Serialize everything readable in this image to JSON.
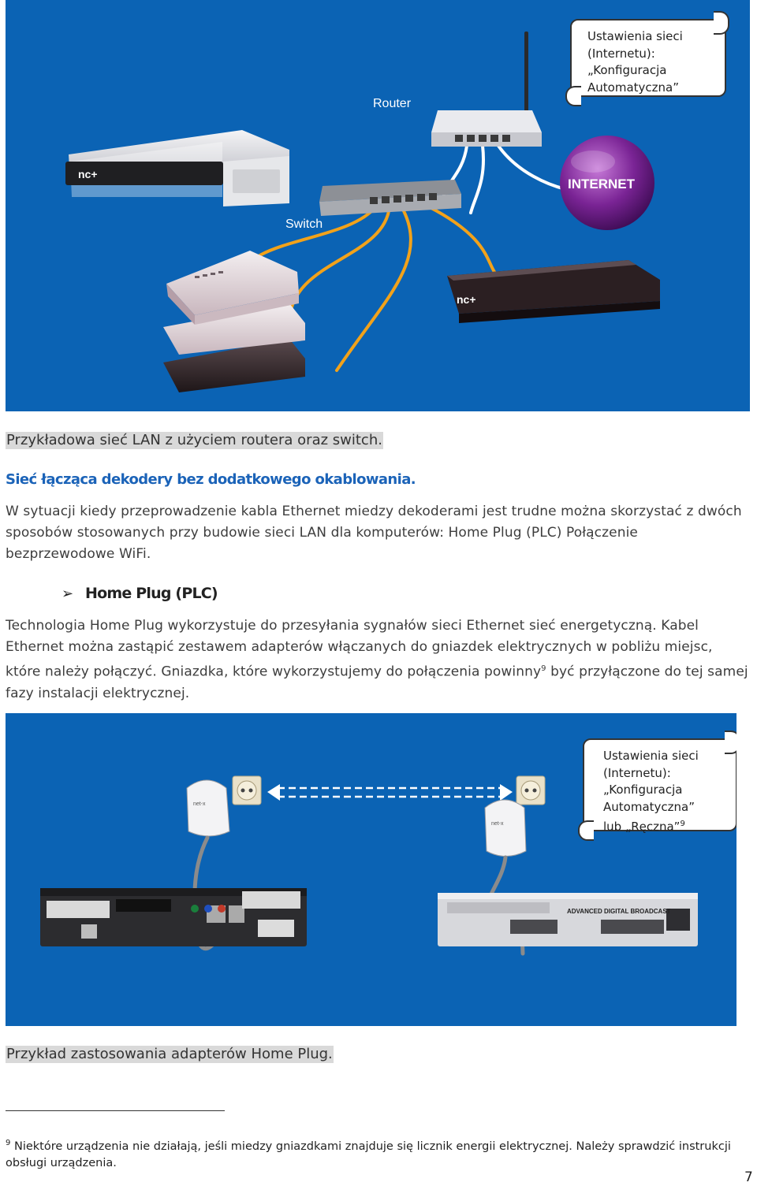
{
  "figure1": {
    "router_label": "Router",
    "switch_label": "Switch",
    "internet_label": "INTERNET",
    "brand_logo": "nc+",
    "callout_lines": [
      "Ustawienia sieci",
      "(Internetu):",
      "„Konfiguracja",
      "Automatyczna”"
    ]
  },
  "caption1": "Przykładowa sieć LAN z użyciem routera oraz switch.",
  "section_heading": "Sieć łącząca dekodery bez dodatkowego okablowania.",
  "intro_paragraph": "W sytuacji kiedy przeprowadzenie kabla Ethernet miedzy dekoderami jest trudne można skorzystać z dwóch sposobów stosowanych przy budowie sieci LAN dla komputerów: Home Plug (PLC) Połączenie bezprzewodowe WiFi.",
  "bullet_heading": "Home Plug (PLC)",
  "body_paragraph": {
    "before_sup": "Technologia Home Plug wykorzystuje do przesyłania sygnałów sieci Ethernet sieć energetyczną. Kabel Ethernet można zastąpić zestawem adapterów włączanych do gniazdek elektrycznych w pobliżu miejsc, które należy połączyć. Gniazdka, które wykorzystujemy do połączenia powinny",
    "sup": "9",
    "after_sup": " być przyłączone do tej samej fazy instalacji elektrycznej."
  },
  "figure2": {
    "callout_lines": [
      "Ustawienia sieci",
      "(Internetu):",
      "„Konfiguracja",
      "Automatyczna”"
    ],
    "callout_last_line": "lub „Ręczna”",
    "callout_sup": "9",
    "decoder_right_label": "ADVANCED DIGITAL BROADCAST",
    "adapter_brand": "net-x"
  },
  "caption2": "Przykład zastosowania adapterów Home Plug.",
  "footnote": {
    "number": "9",
    "text": " Niektóre urządzenia nie działają, jeśli miedzy gniazdkami znajduje się licznik energii elektrycznej. Należy sprawdzić instrukcji obsługi urządzenia."
  },
  "page_number": "7",
  "colors": {
    "panel_blue": "#0b63b4",
    "heading_blue": "#1b63b8",
    "cable_orange": "#f2a21a",
    "internet_purple": "#6e1f8c"
  }
}
